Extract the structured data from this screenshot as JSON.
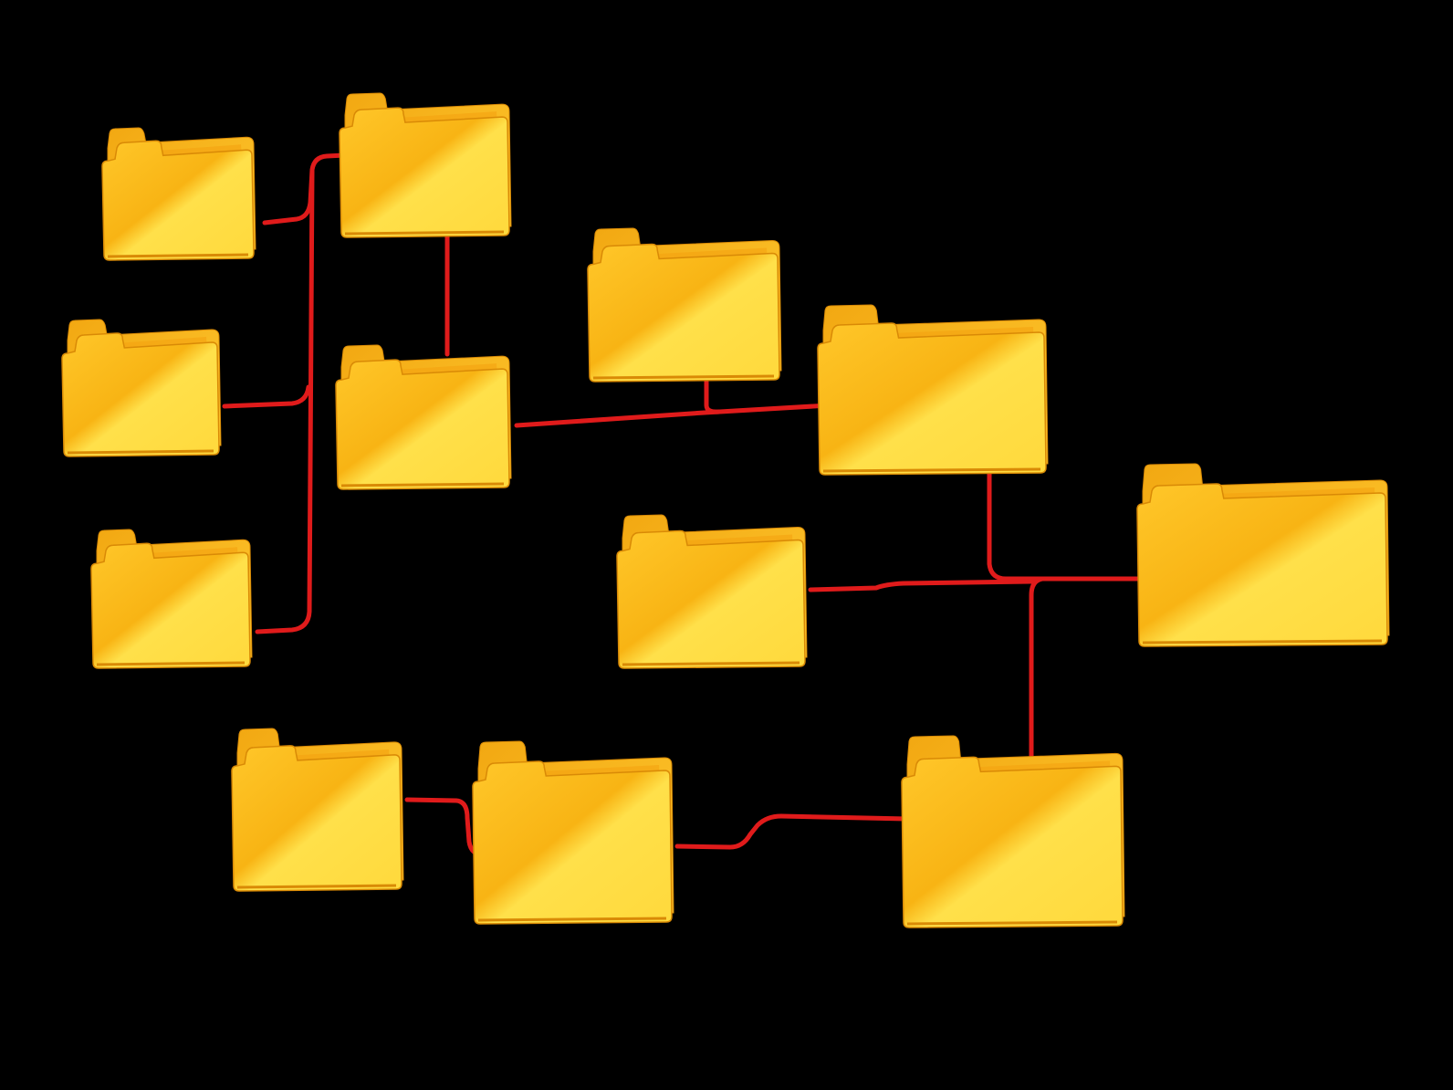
{
  "colors": {
    "background": "#000000",
    "connector": "#e01b1b",
    "folder_light": "#ffe04a",
    "folder_mid": "#ffc72a",
    "folder_dark": "#f4a10f",
    "folder_edge": "#d98a06"
  },
  "icon": "folder-icon",
  "folders": [
    {
      "id": "f1"
    },
    {
      "id": "f2"
    },
    {
      "id": "f3"
    },
    {
      "id": "f4"
    },
    {
      "id": "f5"
    },
    {
      "id": "f6"
    },
    {
      "id": "f7"
    },
    {
      "id": "f8"
    },
    {
      "id": "f9"
    },
    {
      "id": "f10"
    },
    {
      "id": "f11"
    },
    {
      "id": "f12"
    },
    {
      "id": "f13"
    }
  ]
}
